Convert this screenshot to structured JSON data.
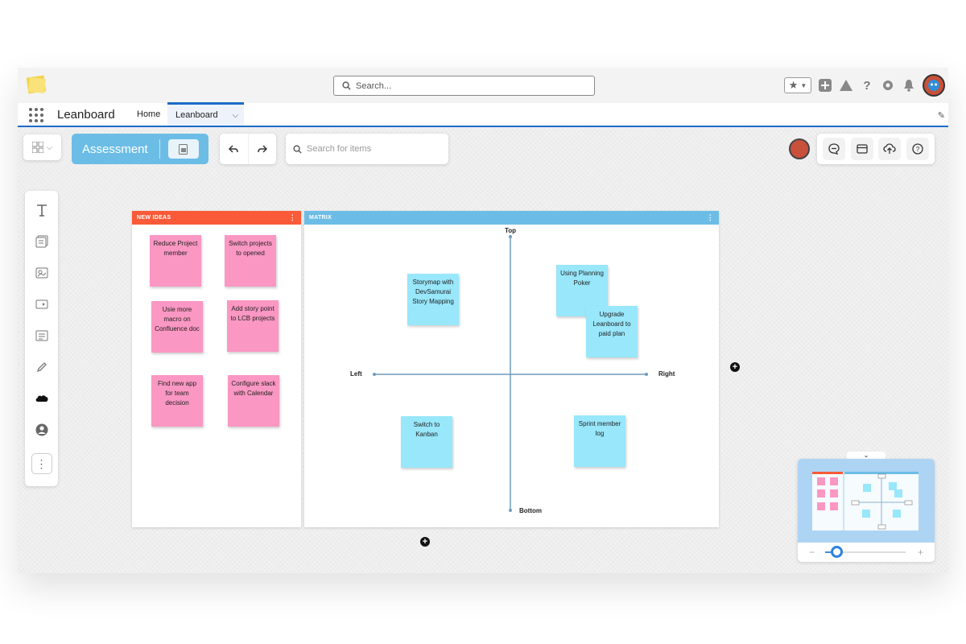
{
  "header": {
    "search_placeholder": "Search...",
    "app_name": "Leanboard",
    "nav_home": "Home",
    "nav_active_tab": "Leanboard"
  },
  "board": {
    "title": "Assessment",
    "search_items_placeholder": "Search for items"
  },
  "frames": {
    "new_ideas": {
      "title": "NEW IDEAS",
      "color": "#fa5a37",
      "notes": [
        {
          "text": "Reduce Project member",
          "color": "#fb97c3"
        },
        {
          "text": "Switch projects to opened",
          "color": "#fb97c3"
        },
        {
          "text": "Usie more macro on Confluence doc",
          "color": "#fb97c3"
        },
        {
          "text": "Add story point to LCB projects",
          "color": "#fb97c3"
        },
        {
          "text": "Find new app for team decision",
          "color": "#fb97c3"
        },
        {
          "text": "Configure slack with Calendar",
          "color": "#fb97c3"
        }
      ]
    },
    "matrix": {
      "title": "MATRIX",
      "color": "#6cbde6",
      "axis": {
        "top": "Top",
        "bottom": "Bottom",
        "left": "Left",
        "right": "Right"
      },
      "notes": [
        {
          "text": "Storymap with DevSamurai Story Mapping",
          "color": "#98e7fb"
        },
        {
          "text": "Using Planning Poker",
          "color": "#98e7fb"
        },
        {
          "text": "Upgrade Leanboard to paid plan",
          "color": "#98e7fb"
        },
        {
          "text": "Switch to Kanban",
          "color": "#98e7fb"
        },
        {
          "text": "Sprint member log",
          "color": "#98e7fb"
        }
      ]
    }
  },
  "minimap": {
    "zoom_minus": "−",
    "zoom_plus": "+"
  },
  "icons": {
    "left_toolbar": [
      "text-icon",
      "sticky-note-icon",
      "image-card-icon",
      "video-icon",
      "list-icon",
      "pencil-icon",
      "salesforce-icon",
      "user-icon",
      "more-icon"
    ],
    "right_toolbar": [
      "comment-icon",
      "card-icon",
      "cloud-upload-icon",
      "help-icon"
    ]
  }
}
